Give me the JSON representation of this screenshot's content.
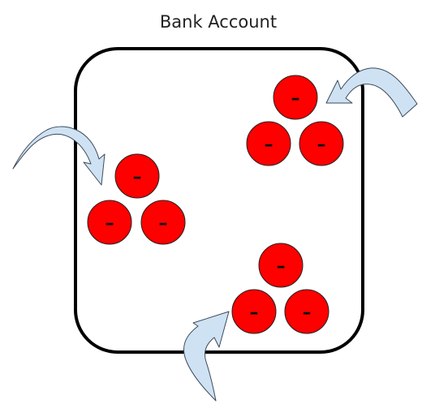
{
  "title": "Bank Account",
  "charge_symbol": "–",
  "colors": {
    "account_border": "#000000",
    "charge_fill": "#ff0000",
    "charge_stroke": "#222222",
    "arrow_fill": "#cfe2f3",
    "arrow_stroke": "#3c4a5a"
  },
  "groups": [
    {
      "name": "left",
      "charges": 3
    },
    {
      "name": "top-right",
      "charges": 3
    },
    {
      "name": "bottom-right",
      "charges": 3
    }
  ],
  "arrows": [
    {
      "name": "left",
      "direction": "into-account"
    },
    {
      "name": "top-right",
      "direction": "into-account"
    },
    {
      "name": "bottom",
      "direction": "into-account"
    }
  ]
}
